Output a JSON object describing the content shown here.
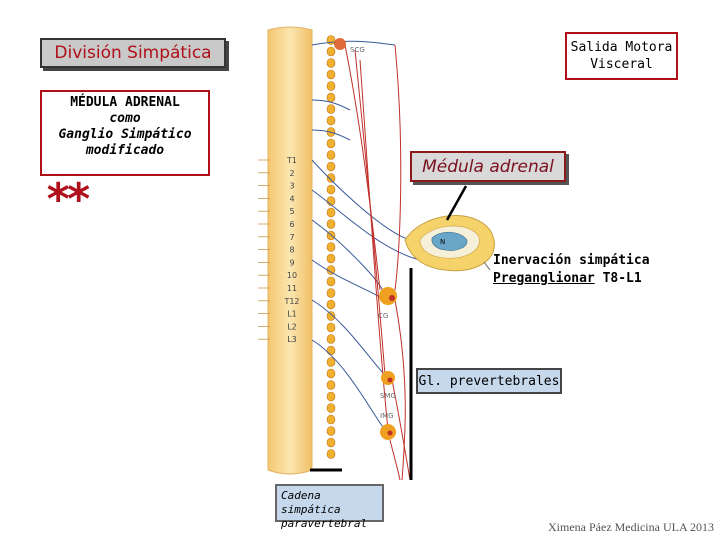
{
  "title": "División Simpática",
  "medula_adrenal": {
    "line1": "MÉDULA ADRENAL",
    "line2": "como",
    "line3": "Ganglio Simpático",
    "line4": "modificado"
  },
  "salida": {
    "line1": "Salida Motora",
    "line2": "Visceral"
  },
  "medula_adrenal_label": "Médula adrenal",
  "stars": "**",
  "inervacion": {
    "line1": "Inervación simpática",
    "line2_underlined": "Preganglionar",
    "line2_rest": " T8-L1"
  },
  "gl_prevertebrales": "Gl. prevertebrales",
  "cadena": {
    "line1": "Cadena simpática",
    "line2": "paravertebral"
  },
  "credit": "Ximena Páez Medicina ULA 2013",
  "ganglia_labels": {
    "scg": "SCG",
    "cg": "CG",
    "smg": "SMG",
    "img": "IMG"
  },
  "segments": [
    "T1",
    "2",
    "3",
    "4",
    "5",
    "6",
    "7",
    "8",
    "9",
    "10",
    "11",
    "T12",
    "L1",
    "L2",
    "L3"
  ],
  "colors": {
    "accent_red": "#b0101a",
    "box_blue": "#c6d8ec",
    "cord_yellow": "#f5d27a",
    "nerve_red": "#c0302a",
    "nerve_blue": "#3a5a9a"
  }
}
